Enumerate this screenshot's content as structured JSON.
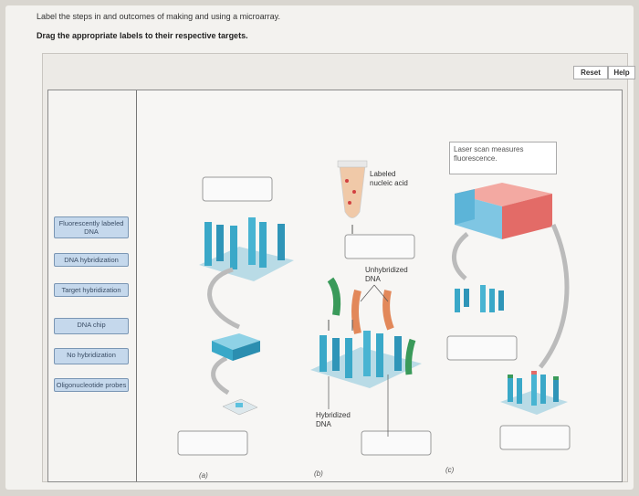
{
  "instructions": {
    "line1": "Label the steps in and outcomes of making and using a microarray.",
    "line2": "Drag the appropriate labels to their respective targets."
  },
  "toolbar": {
    "reset_label": "Reset",
    "help_label": "Help"
  },
  "labels": [
    "Fluorescently labeled DNA",
    "DNA hybridization",
    "Target hybridization",
    "DNA chip",
    "No hybridization",
    "Oligonucleotide probes"
  ],
  "diagram": {
    "labeled_nucleic_acid": "Labeled nucleic acid",
    "unhybridized_dna": "Unhybridized DNA",
    "hybridized_dna": "Hybridized DNA",
    "laser_scan": "Laser scan measures fluorescence.",
    "panel_a": "(a)",
    "panel_b": "(b)",
    "panel_c": "(c)"
  },
  "colors": {
    "label_fill": "#c5d8ec",
    "probe_teal": "#3aa8c8",
    "red_chip": "#e36b67",
    "green_strand": "#3a9a5a",
    "orange_strand": "#e2885a"
  }
}
